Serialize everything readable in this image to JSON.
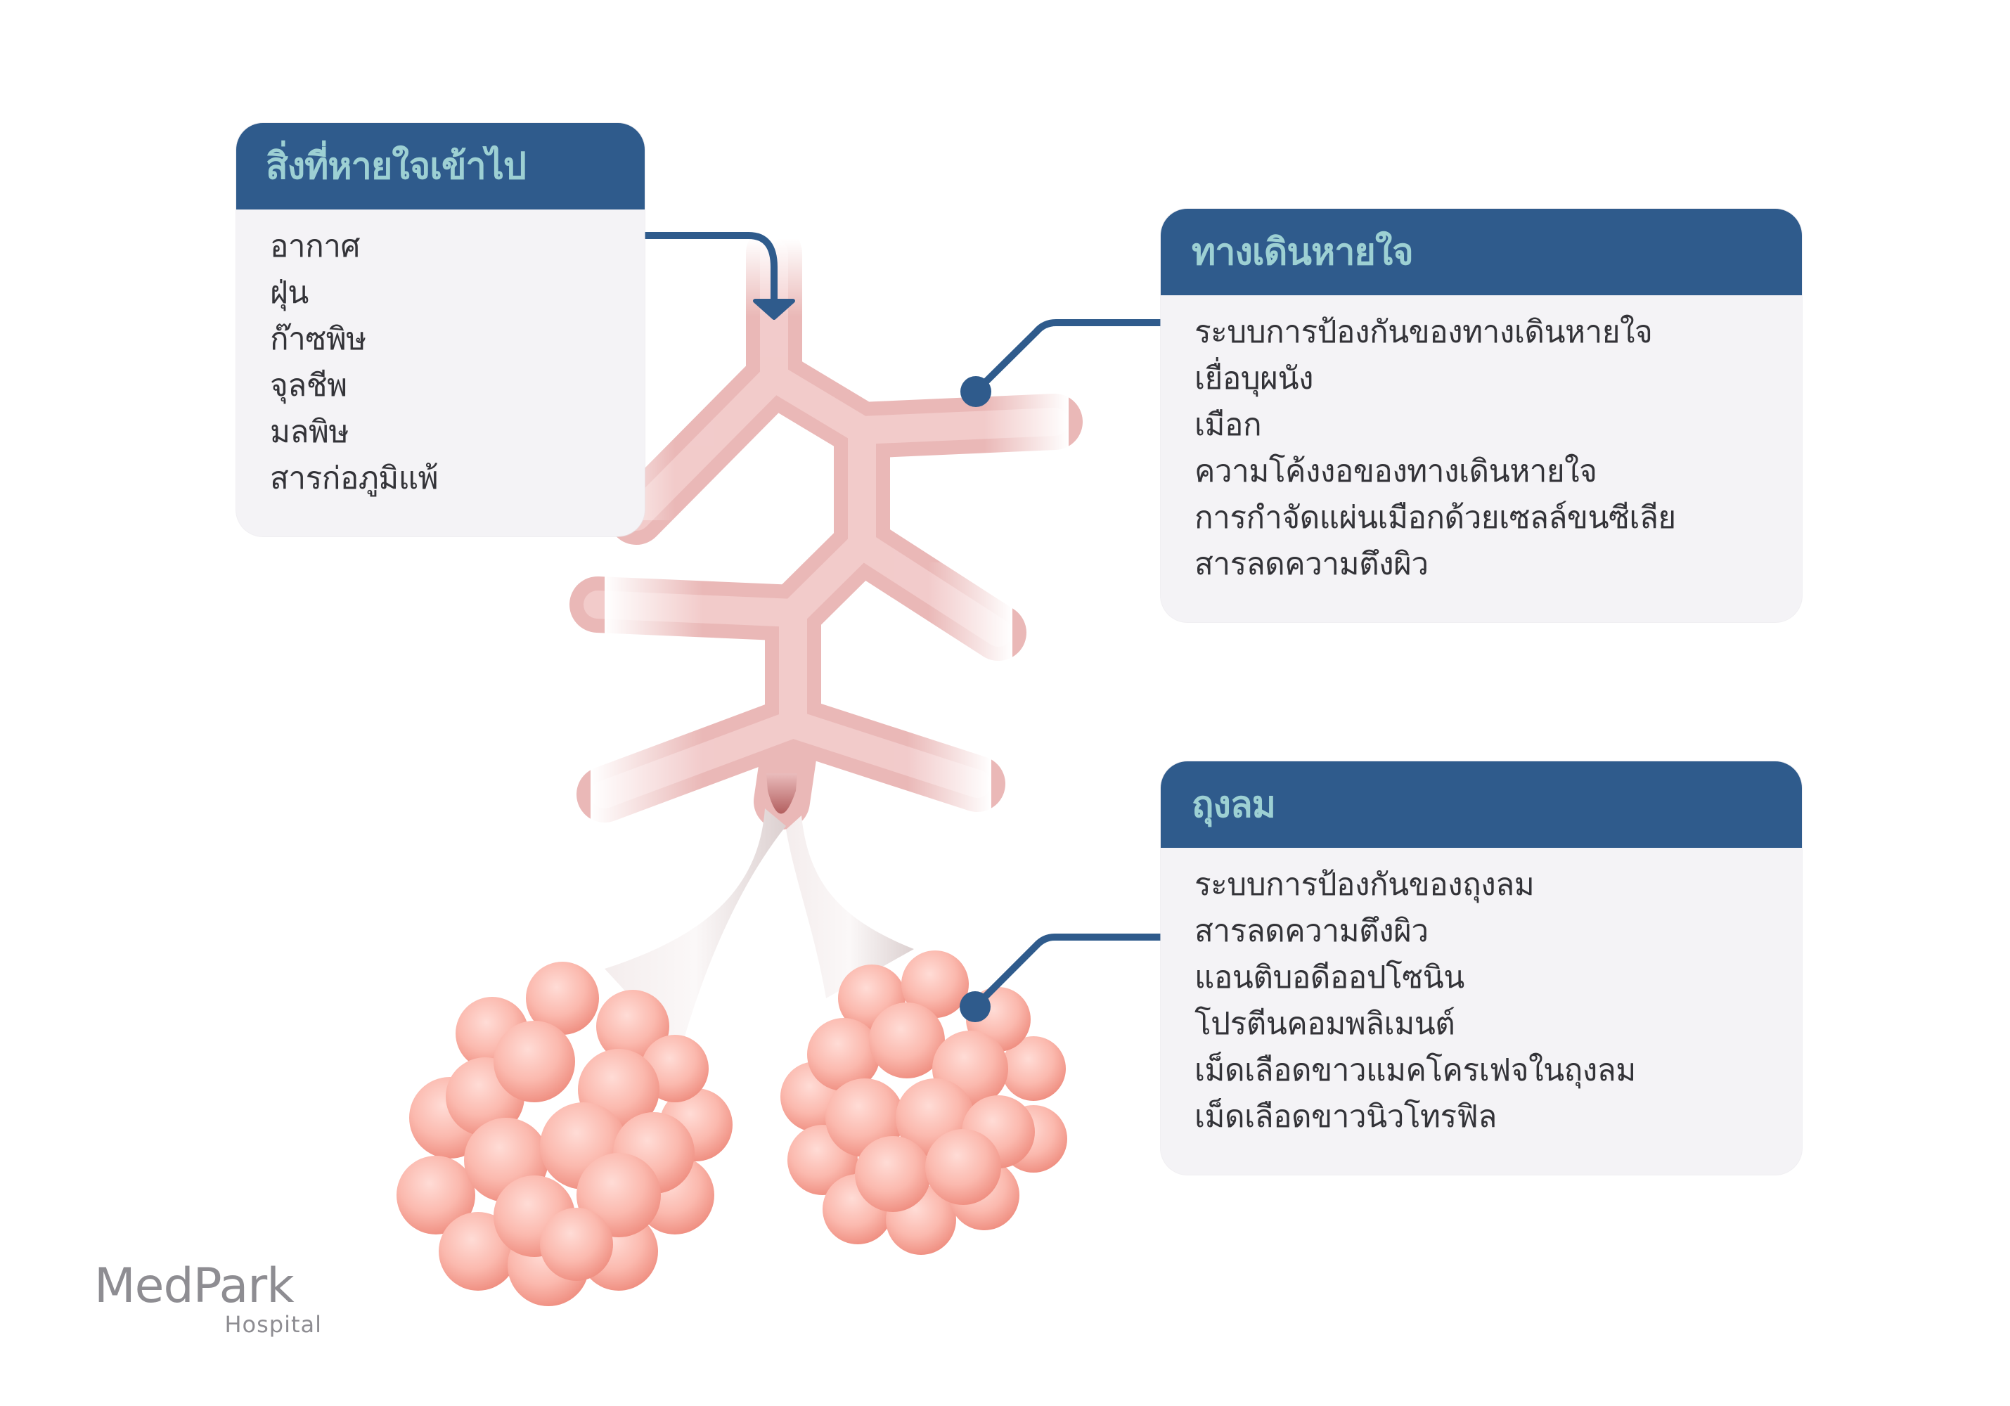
{
  "colors": {
    "header_bg": "#2f5b8c",
    "header_text": "#9dd0d3",
    "card_bg": "#f4f3f6",
    "body_text": "#333338",
    "connector": "#2f5b8c",
    "airway": "#efc4c3",
    "alveoli": "#f7a79c",
    "logo": "#8e8d92"
  },
  "cards": {
    "inhaled": {
      "title": "สิ่งที่หายใจเข้าไป",
      "items": [
        "อากาศ",
        "ฝุ่น",
        "ก๊าซพิษ",
        "จุลชีพ",
        "มลพิษ",
        "สารก่อภูมิแพ้"
      ]
    },
    "airways": {
      "title": "ทางเดินหายใจ",
      "items": [
        "ระบบการป้องกันของทางเดินหายใจ",
        "เยื่อบุผนัง",
        "เมือก",
        "ความโค้งงอของทางเดินหายใจ",
        "การกำจัดแผ่นเมือกด้วยเซลล์ขนซีเลีย",
        "สารลดความตึงผิว"
      ]
    },
    "alveoli": {
      "title": "ถุงลม",
      "items": [
        "ระบบการป้องกันของถุงลม",
        "สารลดความตึงผิว",
        "แอนติบอดีออปโซนิน",
        "โปรตีนคอมพลิเมนต์",
        "เม็ดเลือดขาวแมคโครเฟจในถุงลม",
        "เม็ดเลือดขาวนิวโทรฟิล"
      ]
    }
  },
  "illustration": {
    "airway_tree": "bronchial-tree",
    "alveoli_clusters": 2,
    "arrow_icon": "arrow-down-icon",
    "pointer_icon": "dot-pointer-icon"
  },
  "logo": {
    "name": "MedPark",
    "subtitle": "Hospital"
  }
}
